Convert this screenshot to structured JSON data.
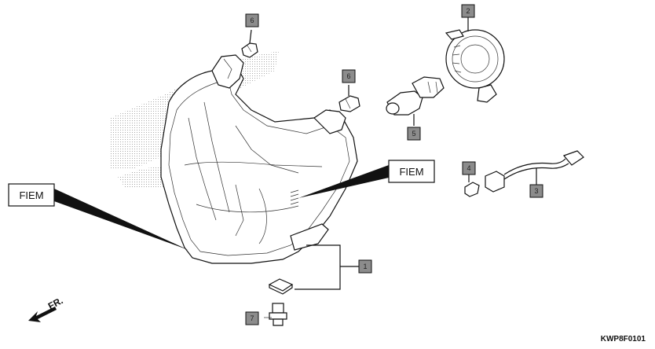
{
  "callouts": {
    "c1": "1",
    "c2": "2",
    "c3": "3",
    "c4": "4",
    "c5": "5",
    "c6a": "6",
    "c6b": "6",
    "c7": "7"
  },
  "labels": {
    "fiem_left": "FIEM",
    "fiem_right": "FIEM",
    "front_arrow": "FR.",
    "diagram_code": "KWP8F0101"
  },
  "colors": {
    "callout_fill": "#8c8c8c",
    "line": "#111111",
    "background": "#ffffff"
  }
}
